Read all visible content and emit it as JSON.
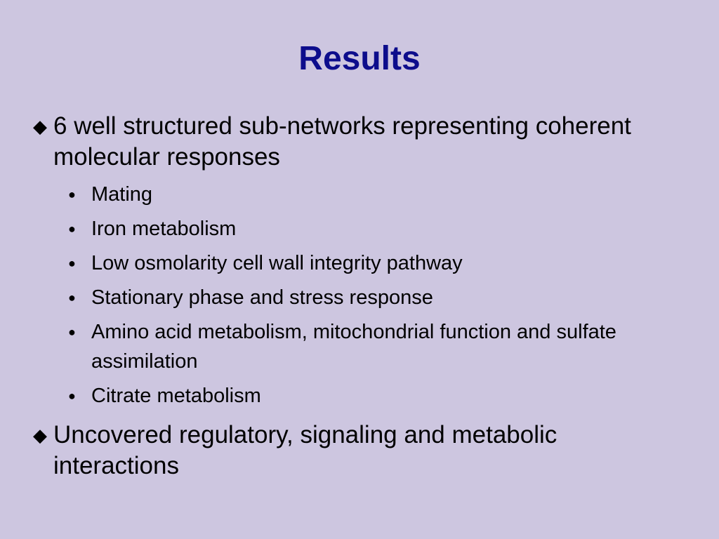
{
  "slide": {
    "title": "Results",
    "bullets": [
      {
        "text": "6 well structured sub-networks representing coherent molecular responses",
        "subitems": [
          "Mating",
          "Iron metabolism",
          "Low osmolarity cell wall integrity pathway",
          "Stationary phase and stress response",
          "Amino acid metabolism, mitochondrial function and sulfate assimilation",
          "Citrate metabolism"
        ]
      },
      {
        "text": "Uncovered regulatory, signaling and metabolic interactions"
      }
    ],
    "colors": {
      "background": "#cdc6e0",
      "title": "#0d0d8c",
      "text": "#000000"
    },
    "icons": {
      "level1_bullet": "diamond-bullet-icon",
      "level2_bullet": "dot-bullet-icon"
    }
  }
}
